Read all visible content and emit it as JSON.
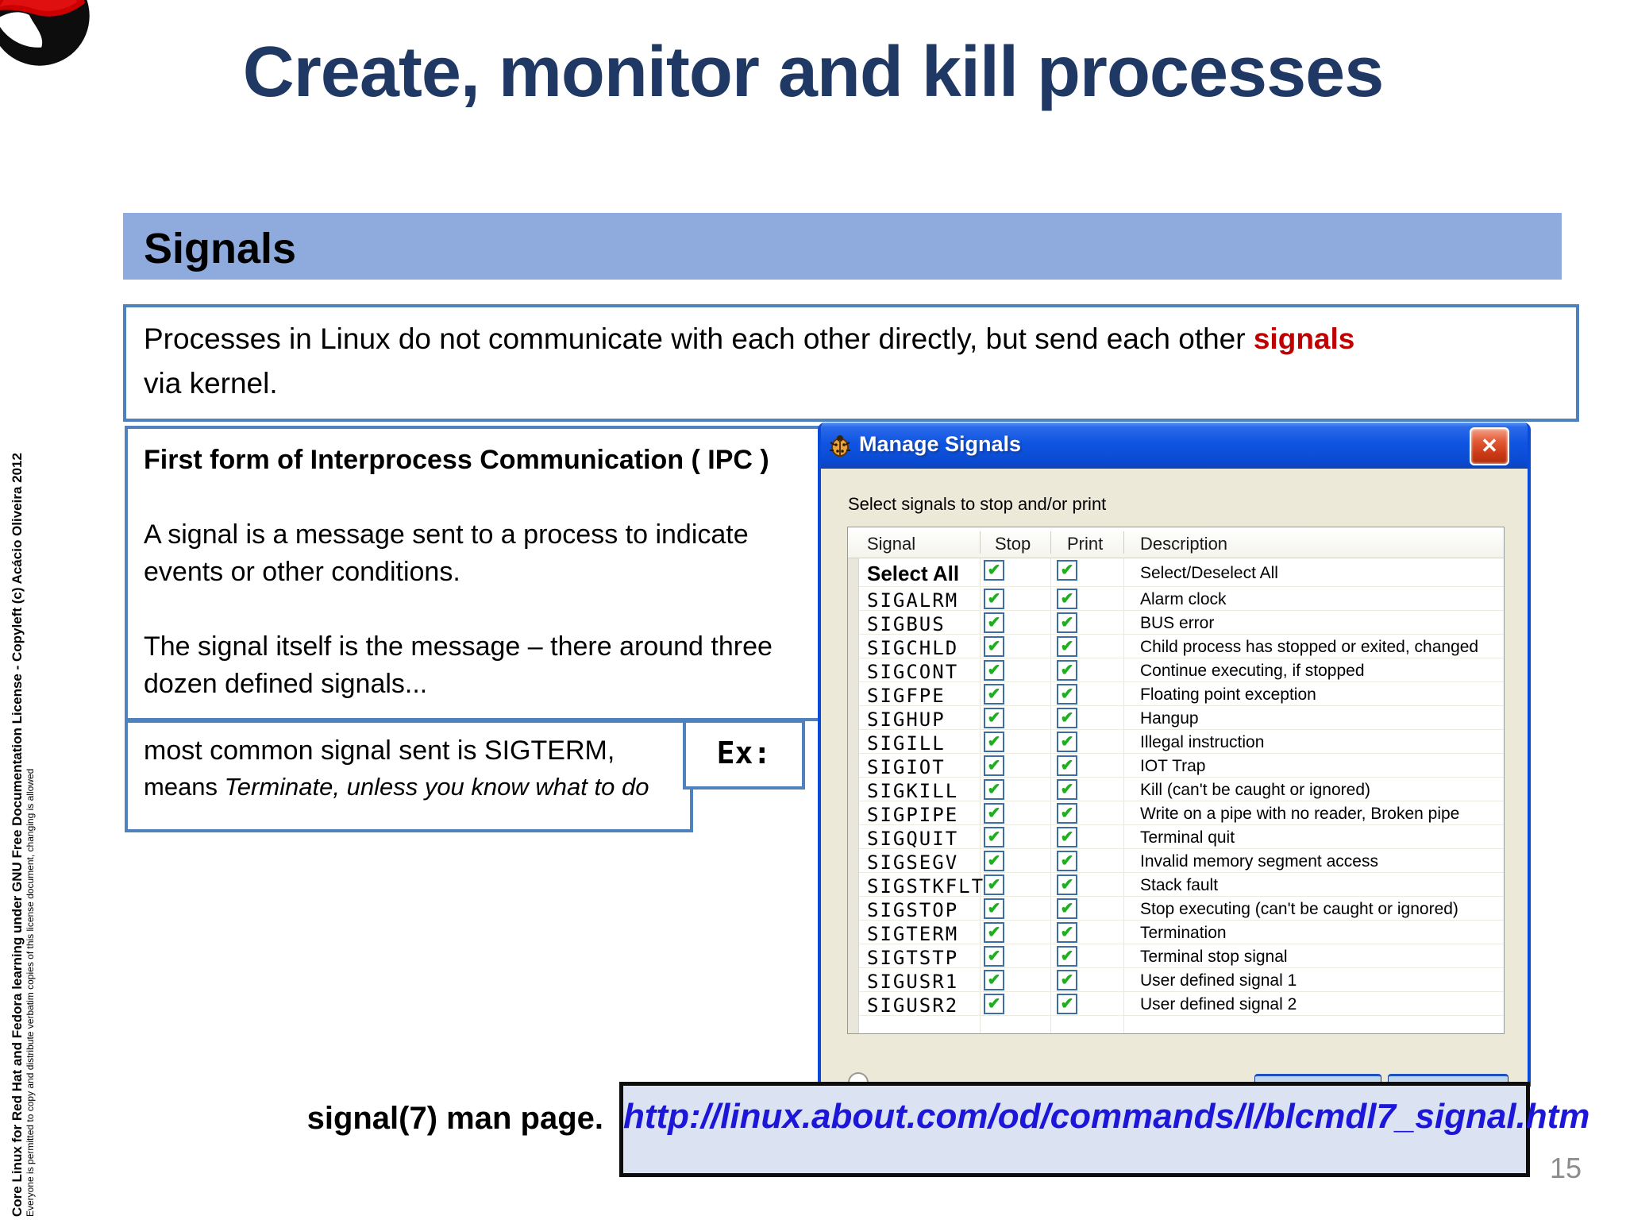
{
  "slide": {
    "title": "Create, monitor and kill processes",
    "page_number": "15",
    "footer_bold": "Core Linux for Red Hat and Fedora learning under GNU Free Documentation License  - Copyleft (c) Acácio Oliveira 2012",
    "footer_small": "Everyone is permitted to copy and distribute verbatim copies of this license document, changing is allowed"
  },
  "section": {
    "header": "Signals"
  },
  "intro": {
    "text_before": "Processes in Linux do not communicate with each other directly, but send each other ",
    "highlight": "signals",
    "text_after": "via kernel."
  },
  "ipc_box": {
    "heading": "First form of Interprocess Communication ( IPC )",
    "para1": "A signal is a message sent to a process to indicate events or other conditions.",
    "para2": "The signal itself is the message – there around three dozen defined signals..."
  },
  "sigterm_box": {
    "line1": "most common signal sent is SIGTERM,",
    "line2_prefix": "means ",
    "line2_italic": "Terminate, unless you know what to do"
  },
  "ex_label": "Ex:",
  "bottom": {
    "man_page": "signal(7) man page.",
    "url": "http://linux.about.com/od/commands/l/blcmdl7_signal.htm"
  },
  "dialog": {
    "title": "Manage Signals",
    "titlebar_icon": "bug-icon",
    "close_icon": "✕",
    "check_icon": "✔",
    "instruction": "Select signals to stop and/or print",
    "columns": [
      "Signal",
      "Stop",
      "Print",
      "Description"
    ],
    "rows": [
      {
        "signal": "Select All",
        "stop": true,
        "print": true,
        "description": "Select/Deselect All",
        "bold": true
      },
      {
        "signal": "SIGALRM",
        "stop": true,
        "print": true,
        "description": "Alarm clock"
      },
      {
        "signal": "SIGBUS",
        "stop": true,
        "print": true,
        "description": "BUS error"
      },
      {
        "signal": "SIGCHLD",
        "stop": true,
        "print": true,
        "description": "Child process has stopped or exited, changed"
      },
      {
        "signal": "SIGCONT",
        "stop": true,
        "print": true,
        "description": "Continue executing, if stopped"
      },
      {
        "signal": "SIGFPE",
        "stop": true,
        "print": true,
        "description": "Floating point exception"
      },
      {
        "signal": "SIGHUP",
        "stop": true,
        "print": true,
        "description": "Hangup"
      },
      {
        "signal": "SIGILL",
        "stop": true,
        "print": true,
        "description": "Illegal instruction"
      },
      {
        "signal": "SIGIOT",
        "stop": true,
        "print": true,
        "description": "IOT Trap"
      },
      {
        "signal": "SIGKILL",
        "stop": true,
        "print": true,
        "description": "Kill (can't be caught or ignored)"
      },
      {
        "signal": "SIGPIPE",
        "stop": true,
        "print": true,
        "description": "Write on a pipe with no reader, Broken pipe"
      },
      {
        "signal": "SIGQUIT",
        "stop": true,
        "print": true,
        "description": "Terminal quit"
      },
      {
        "signal": "SIGSEGV",
        "stop": true,
        "print": true,
        "description": "Invalid memory segment access"
      },
      {
        "signal": "SIGSTKFLT",
        "stop": true,
        "print": true,
        "description": "Stack fault"
      },
      {
        "signal": "SIGSTOP",
        "stop": true,
        "print": true,
        "description": "Stop executing (can't be caught or ignored)"
      },
      {
        "signal": "SIGTERM",
        "stop": true,
        "print": true,
        "description": "Termination"
      },
      {
        "signal": "SIGTSTP",
        "stop": true,
        "print": true,
        "description": "Terminal stop signal"
      },
      {
        "signal": "SIGUSR1",
        "stop": true,
        "print": true,
        "description": "User defined signal 1"
      },
      {
        "signal": "SIGUSR2",
        "stop": true,
        "print": true,
        "description": "User defined signal 2"
      }
    ]
  },
  "colors": {
    "title_navy": "#1f3864",
    "section_fill": "#8faadc",
    "box_border": "#4f81bd",
    "highlight_red": "#c00000",
    "xp_titlebar": "#0f55e2",
    "dialog_body": "#ece9d8",
    "check_green": "#1fae1f",
    "url_link": "#1c16d8",
    "url_box_fill": "#dbe3f2"
  }
}
